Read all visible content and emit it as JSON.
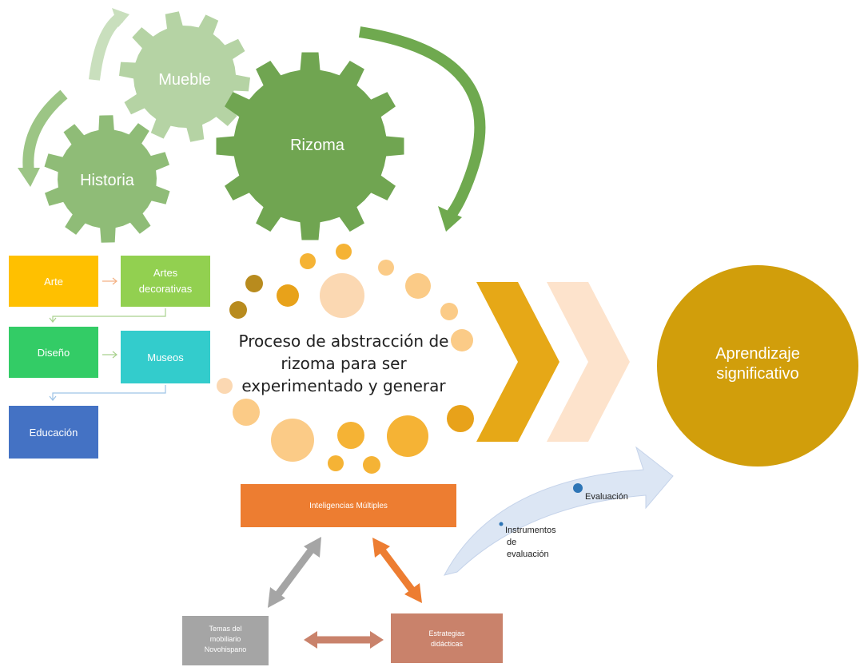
{
  "gears": {
    "mueble": "Mueble",
    "historia": "Historia",
    "rizoma": "Rizoma"
  },
  "boxes": {
    "arte": "Arte",
    "artes_decorativas_1": "Artes",
    "artes_decorativas_2": "decorativas",
    "diseno": "Diseño",
    "museos": "Museos",
    "educacion": "Educación"
  },
  "center": {
    "line1": "Proceso de abstracción de",
    "line2": "rizoma  para ser",
    "line3": "experimentado y generar"
  },
  "outcome": {
    "line1": "Aprendizaje",
    "line2": "significativo"
  },
  "bottom": {
    "inteligencias": "Inteligencias Múltiples",
    "temas_1": "Temas del",
    "temas_2": "mobiliario",
    "temas_3": "Novohispano",
    "estrategias_1": "Estrategias",
    "estrategias_2": "didácticas"
  },
  "curve": {
    "evaluacion": "Evaluación",
    "instrumentos_1": "Instrumentos",
    "instrumentos_2": "de",
    "instrumentos_3": "evaluación"
  },
  "colors": {
    "gear_dark": "#70A551",
    "gear_mid": "#8FBC77",
    "gear_light": "#B5D3A4",
    "arte": "#FFC000",
    "artes_decorativas": "#92D050",
    "diseno": "#33CC66",
    "museos": "#33CCCC",
    "educacion": "#4472C4",
    "gold": "#D4A017",
    "orange": "#ED7D31",
    "gray": "#A5A5A5",
    "brown": "#C9826B"
  }
}
